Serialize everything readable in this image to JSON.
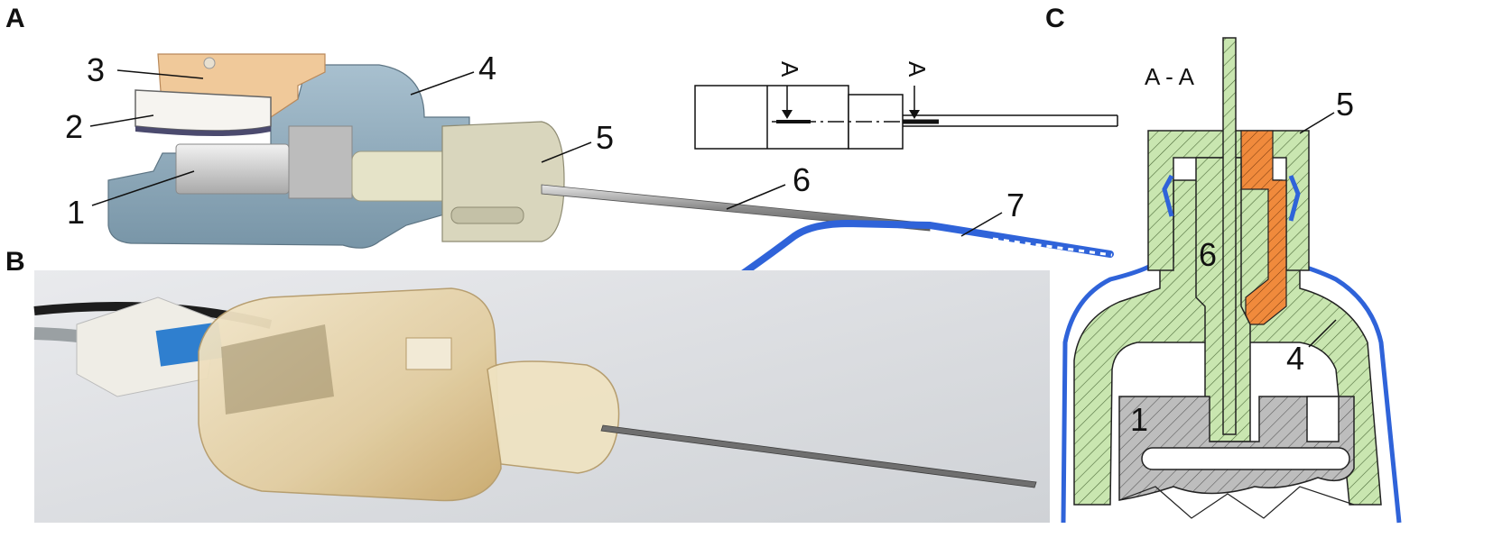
{
  "panels": {
    "A": {
      "letter": "A",
      "labels": {
        "n1": "1",
        "n2": "2",
        "n3": "3",
        "n4": "4",
        "n5": "5",
        "n6": "6",
        "n7": "7"
      },
      "section_marker": "A"
    },
    "B": {
      "letter": "B"
    },
    "C": {
      "letter": "C",
      "title": "A - A",
      "labels": {
        "n1": "1",
        "n4": "4",
        "n5": "5",
        "n6": "6"
      }
    }
  },
  "colors": {
    "housing_blue_gray": "#8aa7b8",
    "pcb_tan": "#f0c99a",
    "metal_gray": "#c8c8c8",
    "cap_khaki": "#d9d6bd",
    "electrode_blue": "#2f63d9",
    "hatch_green": "#c9e6b0",
    "hatch_orange": "#f08a3c",
    "hatch_gray": "#bdbdbd",
    "photo_bg": "#dcdee2",
    "translucent_amber": "#e9d9b4"
  },
  "icons": [
    "section-arrow-icon"
  ]
}
